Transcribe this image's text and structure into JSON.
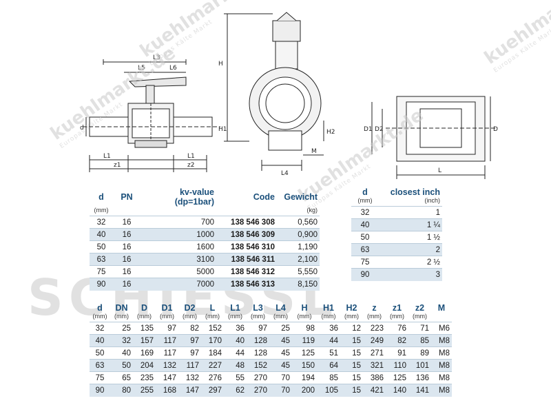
{
  "drawing_labels": {
    "side": [
      "L3",
      "L5",
      "L6",
      "d",
      "L1",
      "z1",
      "z2",
      "L1"
    ],
    "front": [
      "H",
      "H1",
      "H2",
      "M",
      "L4"
    ],
    "end": [
      "D1",
      "D2",
      "D",
      "L"
    ]
  },
  "watermark": {
    "brand": "kuehlmarkt.de",
    "tagline": "Europas Kälte Markt",
    "logo_text": "SCHIESSL"
  },
  "table1": {
    "headers": [
      {
        "label": "d",
        "unit": "(mm)"
      },
      {
        "label": "PN",
        "unit": ""
      },
      {
        "label": "kv-value (dp=1bar)",
        "unit": ""
      },
      {
        "label": "Code",
        "unit": ""
      },
      {
        "label": "Gewicht",
        "unit": "(kg)"
      }
    ],
    "rows": [
      [
        "32",
        "16",
        "700",
        "138 546 308",
        "0,560"
      ],
      [
        "40",
        "16",
        "1000",
        "138 546 309",
        "0,900"
      ],
      [
        "50",
        "16",
        "1600",
        "138 546 310",
        "1,190"
      ],
      [
        "63",
        "16",
        "3100",
        "138 546 311",
        "2,100"
      ],
      [
        "75",
        "16",
        "5000",
        "138 546 312",
        "5,550"
      ],
      [
        "90",
        "16",
        "7000",
        "138 546 313",
        "8,150"
      ]
    ]
  },
  "table2": {
    "headers": [
      {
        "label": "d",
        "unit": "(mm)"
      },
      {
        "label": "closest inch",
        "unit": "(inch)"
      }
    ],
    "rows": [
      [
        "32",
        "1"
      ],
      [
        "40",
        "1 ¼"
      ],
      [
        "50",
        "1 ½"
      ],
      [
        "63",
        "2"
      ],
      [
        "75",
        "2 ½"
      ],
      [
        "90",
        "3"
      ]
    ]
  },
  "table3": {
    "headers": [
      {
        "label": "d",
        "unit": "(mm)"
      },
      {
        "label": "DN",
        "unit": "(mm)"
      },
      {
        "label": "D",
        "unit": "(mm)"
      },
      {
        "label": "D1",
        "unit": "(mm)"
      },
      {
        "label": "D2",
        "unit": "(mm)"
      },
      {
        "label": "L",
        "unit": "(mm)"
      },
      {
        "label": "L1",
        "unit": "(mm)"
      },
      {
        "label": "L3",
        "unit": "(mm)"
      },
      {
        "label": "L4",
        "unit": "(mm)"
      },
      {
        "label": "H",
        "unit": "(mm)"
      },
      {
        "label": "H1",
        "unit": "(mm)"
      },
      {
        "label": "H2",
        "unit": "(mm)"
      },
      {
        "label": "z",
        "unit": "(mm)"
      },
      {
        "label": "z1",
        "unit": "(mm)"
      },
      {
        "label": "z2",
        "unit": "(mm)"
      },
      {
        "label": "M",
        "unit": ""
      }
    ],
    "rows": [
      [
        "32",
        "25",
        "135",
        "97",
        "82",
        "152",
        "36",
        "97",
        "25",
        "98",
        "36",
        "12",
        "223",
        "76",
        "71",
        "M6"
      ],
      [
        "40",
        "32",
        "157",
        "117",
        "97",
        "170",
        "40",
        "128",
        "45",
        "119",
        "44",
        "15",
        "249",
        "82",
        "85",
        "M8"
      ],
      [
        "50",
        "40",
        "169",
        "117",
        "97",
        "184",
        "44",
        "128",
        "45",
        "125",
        "51",
        "15",
        "271",
        "91",
        "89",
        "M8"
      ],
      [
        "63",
        "50",
        "204",
        "132",
        "117",
        "227",
        "48",
        "152",
        "45",
        "150",
        "64",
        "15",
        "321",
        "110",
        "101",
        "M8"
      ],
      [
        "75",
        "65",
        "235",
        "147",
        "132",
        "276",
        "55",
        "270",
        "70",
        "194",
        "85",
        "15",
        "386",
        "125",
        "136",
        "M8"
      ],
      [
        "90",
        "80",
        "255",
        "168",
        "147",
        "297",
        "62",
        "270",
        "70",
        "200",
        "105",
        "15",
        "421",
        "140",
        "141",
        "M8"
      ]
    ]
  }
}
